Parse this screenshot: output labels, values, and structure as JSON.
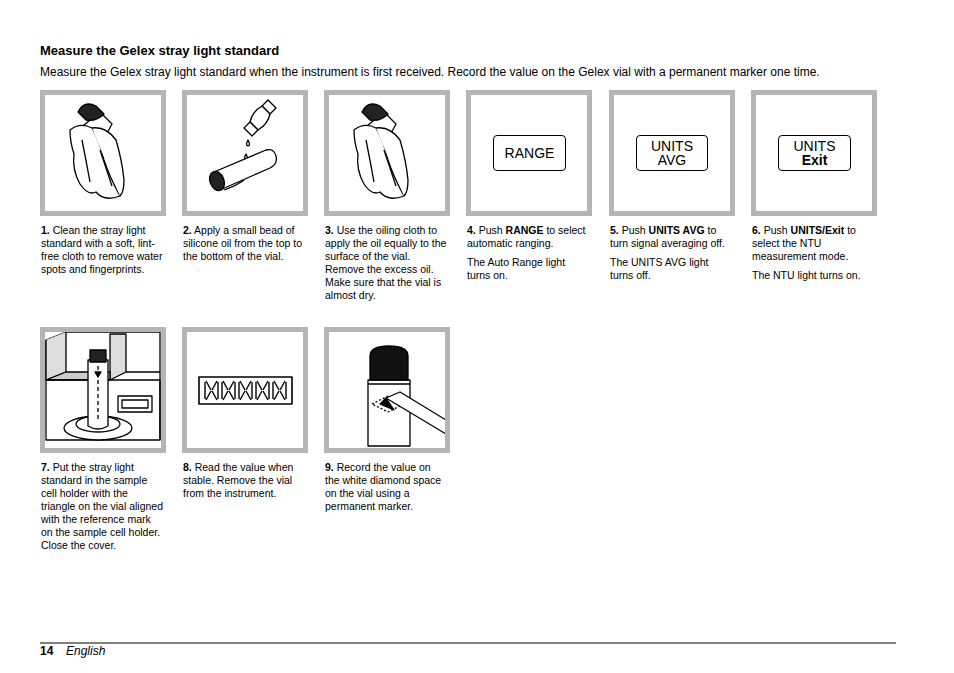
{
  "diagram": {
    "title": "Measure the Gelex stray light standard",
    "nodes": [
      {
        "text": [
          "1.",
          "Clean the stray light standard with a soft, lint-free cloth to remove water spots and fingerprints."
        ]
      },
      {
        "text": [
          "2.",
          "Apply a small bead of silicone oil from the top to the bottom of the vial."
        ]
      },
      {
        "text": [
          "3.",
          "Use the oiling cloth to apply the oil equally to the surface of the vial. Remove the excess oil. Make sure that the vial is almost dry."
        ]
      },
      {
        "text": [
          "4.",
          "Push",
          "RANGE",
          "to select automatic ranging.",
          "The Auto Range light turns on."
        ]
      },
      {
        "text": [
          "RANGE"
        ],
        "in": 3
      },
      {
        "text": [
          "5.",
          "Push",
          "UNITS AVG",
          "to turn signal averaging off.",
          "The UNITS AVG light turns off."
        ]
      },
      {
        "text": [
          "UNITS AVG"
        ],
        "in": 5
      },
      {
        "text": [
          "6.",
          "Push",
          "UNITS/Exit",
          "to select the NTU measurement mode.",
          "The NTU light turns on."
        ]
      },
      {
        "text": [
          "UNITS",
          "Exit"
        ],
        "in": 7
      },
      {
        "text": [
          "7.",
          "Put the stray light standard in the sample cell holder with the triangle on the vial aligned with the reference mark on the sample cell holder. Close the cover."
        ]
      },
      {
        "text": [
          "8.",
          "Read the value when stable. Remove the vial from the instrument."
        ]
      },
      {
        "text": [
          "9.",
          "Record the value on the white diamond space on the vial using a permanent marker."
        ]
      }
    ],
    "labels": [
      "Measure the Gelex stray light standard when the instrument is first received. Record the value on the Gelex vial with a permanent marker one time.",
      "14",
      "English"
    ]
  }
}
